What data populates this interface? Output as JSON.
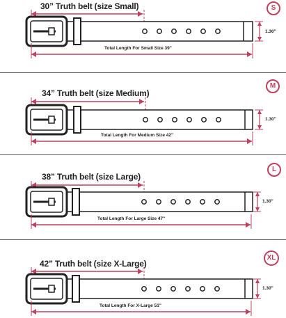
{
  "accent_color": "#c0415c",
  "belts": [
    {
      "title": "30” Truth belt (size Small)",
      "caption": "Total Length For Small Size  39\"",
      "width_label": "1.30\"",
      "size_badge": "S"
    },
    {
      "title": "34” Truth belt (size Medium)",
      "caption": "Total Length For Medium Size 42\"",
      "width_label": "1.30\"",
      "size_badge": "M"
    },
    {
      "title": "38” Truth belt (size Large)",
      "caption": "Total Length For Large Size 47\"",
      "width_label": "1.30\"",
      "size_badge": "L"
    },
    {
      "title": "42” Truth belt (size X-Large)",
      "caption": "Total Length For X-Large 51\"",
      "width_label": "1.30\"",
      "size_badge": "XL"
    }
  ]
}
